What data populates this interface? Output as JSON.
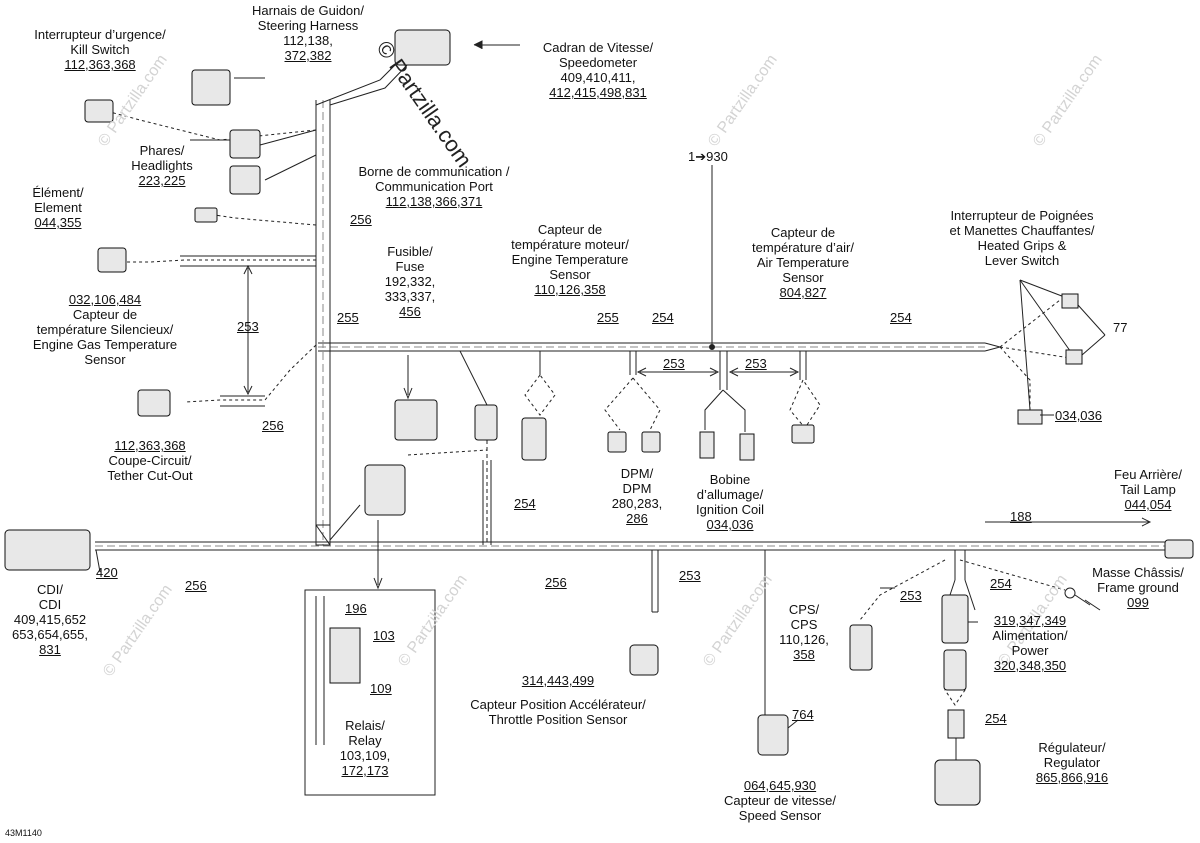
{
  "diagram_ref": "43M1140",
  "watermark": "© Partzilla.com",
  "connectors": {
    "kill_switch": {
      "fr": "Interrupteur d’urgence/",
      "en": "Kill Switch",
      "refs": "112,363,368"
    },
    "steering_harness": {
      "fr": "Harnais de Guidon/",
      "en": "Steering Harness",
      "refs1": "112,138,",
      "refs2": "372,382"
    },
    "speedometer": {
      "fr": "Cadran de Vitesse/",
      "en": "Speedometer",
      "refs1": "409,410,411,",
      "refs2": "412,415,498,831"
    },
    "headlights": {
      "fr": "Phares/",
      "en": "Headlights",
      "refs": "223,225"
    },
    "element": {
      "fr": "Élément/",
      "en": "Element",
      "refs": "044,355"
    },
    "gas_temp": {
      "refs": "032,106,484",
      "fr1": "Capteur de",
      "fr2": "température Silencieux/",
      "en1": "Engine Gas Temperature",
      "en2": "Sensor"
    },
    "tether": {
      "refs": "112,363,368",
      "fr": "Coupe-Circuit/",
      "en": "Tether Cut-Out"
    },
    "comm_port": {
      "fr": "Borne de communication /",
      "en": "Communication Port",
      "refs": "112,138,366,371"
    },
    "fuse": {
      "fr": "Fusible/",
      "en": "Fuse",
      "refs1": "192,332,",
      "refs2": "333,337,",
      "refs3": "456"
    },
    "engine_temp": {
      "fr1": "Capteur de",
      "fr2": "température moteur/",
      "en1": "Engine Temperature",
      "en2": "Sensor",
      "refs": "110,126,358"
    },
    "air_temp": {
      "fr1": "Capteur de",
      "fr2": "température d’air/",
      "en1": "Air Temperature",
      "en2": "Sensor",
      "refs": "804,827"
    },
    "heated_grips": {
      "fr1": "Interrupteur de Poignées",
      "fr2": "et Manettes Chauffantes/",
      "en1": "Heated Grips &",
      "en2": "Lever Switch"
    },
    "dpm": {
      "fr": "DPM/",
      "en": "DPM",
      "refs1": "280,283,",
      "refs2": "286"
    },
    "ignition_coil": {
      "fr1": "Bobine",
      "fr2": "d’allumage/",
      "en": "Ignition Coil",
      "refs": "034,036"
    },
    "tail_lamp": {
      "fr": "Feu Arrière/",
      "en": "Tail Lamp",
      "refs": "044,054"
    },
    "frame_ground": {
      "fr": "Masse Châssis/",
      "en": "Frame ground",
      "refs": "099"
    },
    "cdi": {
      "fr": "CDI/",
      "en": "CDI",
      "refs1": "409,415,652",
      "refs2": "653,654,655,",
      "refs3": "831"
    },
    "relay": {
      "fr": "Relais/",
      "en": "Relay",
      "refs1": "103,109,",
      "refs2": "172,173"
    },
    "throttle": {
      "refs": "314,443,499",
      "fr": "Capteur Position Accélérateur/",
      "en": "Throttle Position Sensor"
    },
    "cps": {
      "fr": "CPS/",
      "en": "CPS",
      "refs1": "110,126,",
      "refs2": "358"
    },
    "speed_sensor": {
      "refs": "064,645,930",
      "fr": "Capteur de vitesse/",
      "en": "Speed Sensor"
    },
    "power": {
      "refs_top": "319,347,349",
      "fr": "Alimentation/",
      "en": "Power",
      "refs": "320,348,350"
    },
    "regulator": {
      "fr": "Régulateur/",
      "en": "Regulator",
      "refs": "865,866,916"
    }
  },
  "callouts": {
    "c930": "1➔930",
    "c256a": "256",
    "c256b": "256",
    "c256c": "256",
    "c256d": "256",
    "c255a": "255",
    "c255b": "255",
    "c254a": "254",
    "c254b": "254",
    "c254c": "254",
    "c254d": "254",
    "c254e": "254",
    "c253a": "253",
    "c253b": "253",
    "c253c": "253",
    "c253d": "253",
    "c253e": "253",
    "c188": "188",
    "c77": "77",
    "c034036": "034,036",
    "c420": "420",
    "c196": "196",
    "c103": "103",
    "c109": "109",
    "c764": "764"
  }
}
